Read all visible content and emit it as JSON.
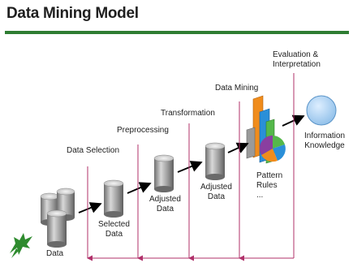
{
  "title": "Data Mining Model",
  "stages": {
    "data_selection": "Data Selection",
    "preprocessing": "Preprocessing",
    "transformation": "Transformation",
    "data_mining": "Data Mining",
    "evaluation": [
      "Evaluation &",
      "Interpretation"
    ]
  },
  "items": {
    "data": "Data",
    "selected_data": [
      "Selected",
      "Data"
    ],
    "adjusted_data_1": [
      "Adjusted",
      "Data"
    ],
    "adjusted_data_2": [
      "Adjusted",
      "Data"
    ],
    "patterns": [
      "Pattern",
      "Rules",
      "..."
    ],
    "knowledge": [
      "Information",
      "Knowledge"
    ]
  },
  "colors": {
    "title_rule": "#2e7d32",
    "arrow": "#000000",
    "feedback": "#b0306a",
    "cylinder": "#9a9a9a",
    "pattern_orange": "#f08c1c",
    "pattern_blue": "#2a8fd8",
    "pattern_green": "#55b84a",
    "pie_purple": "#8a3fa0",
    "knowledge_circle": "#9ec9ef",
    "logo": "#2e8b2e"
  }
}
